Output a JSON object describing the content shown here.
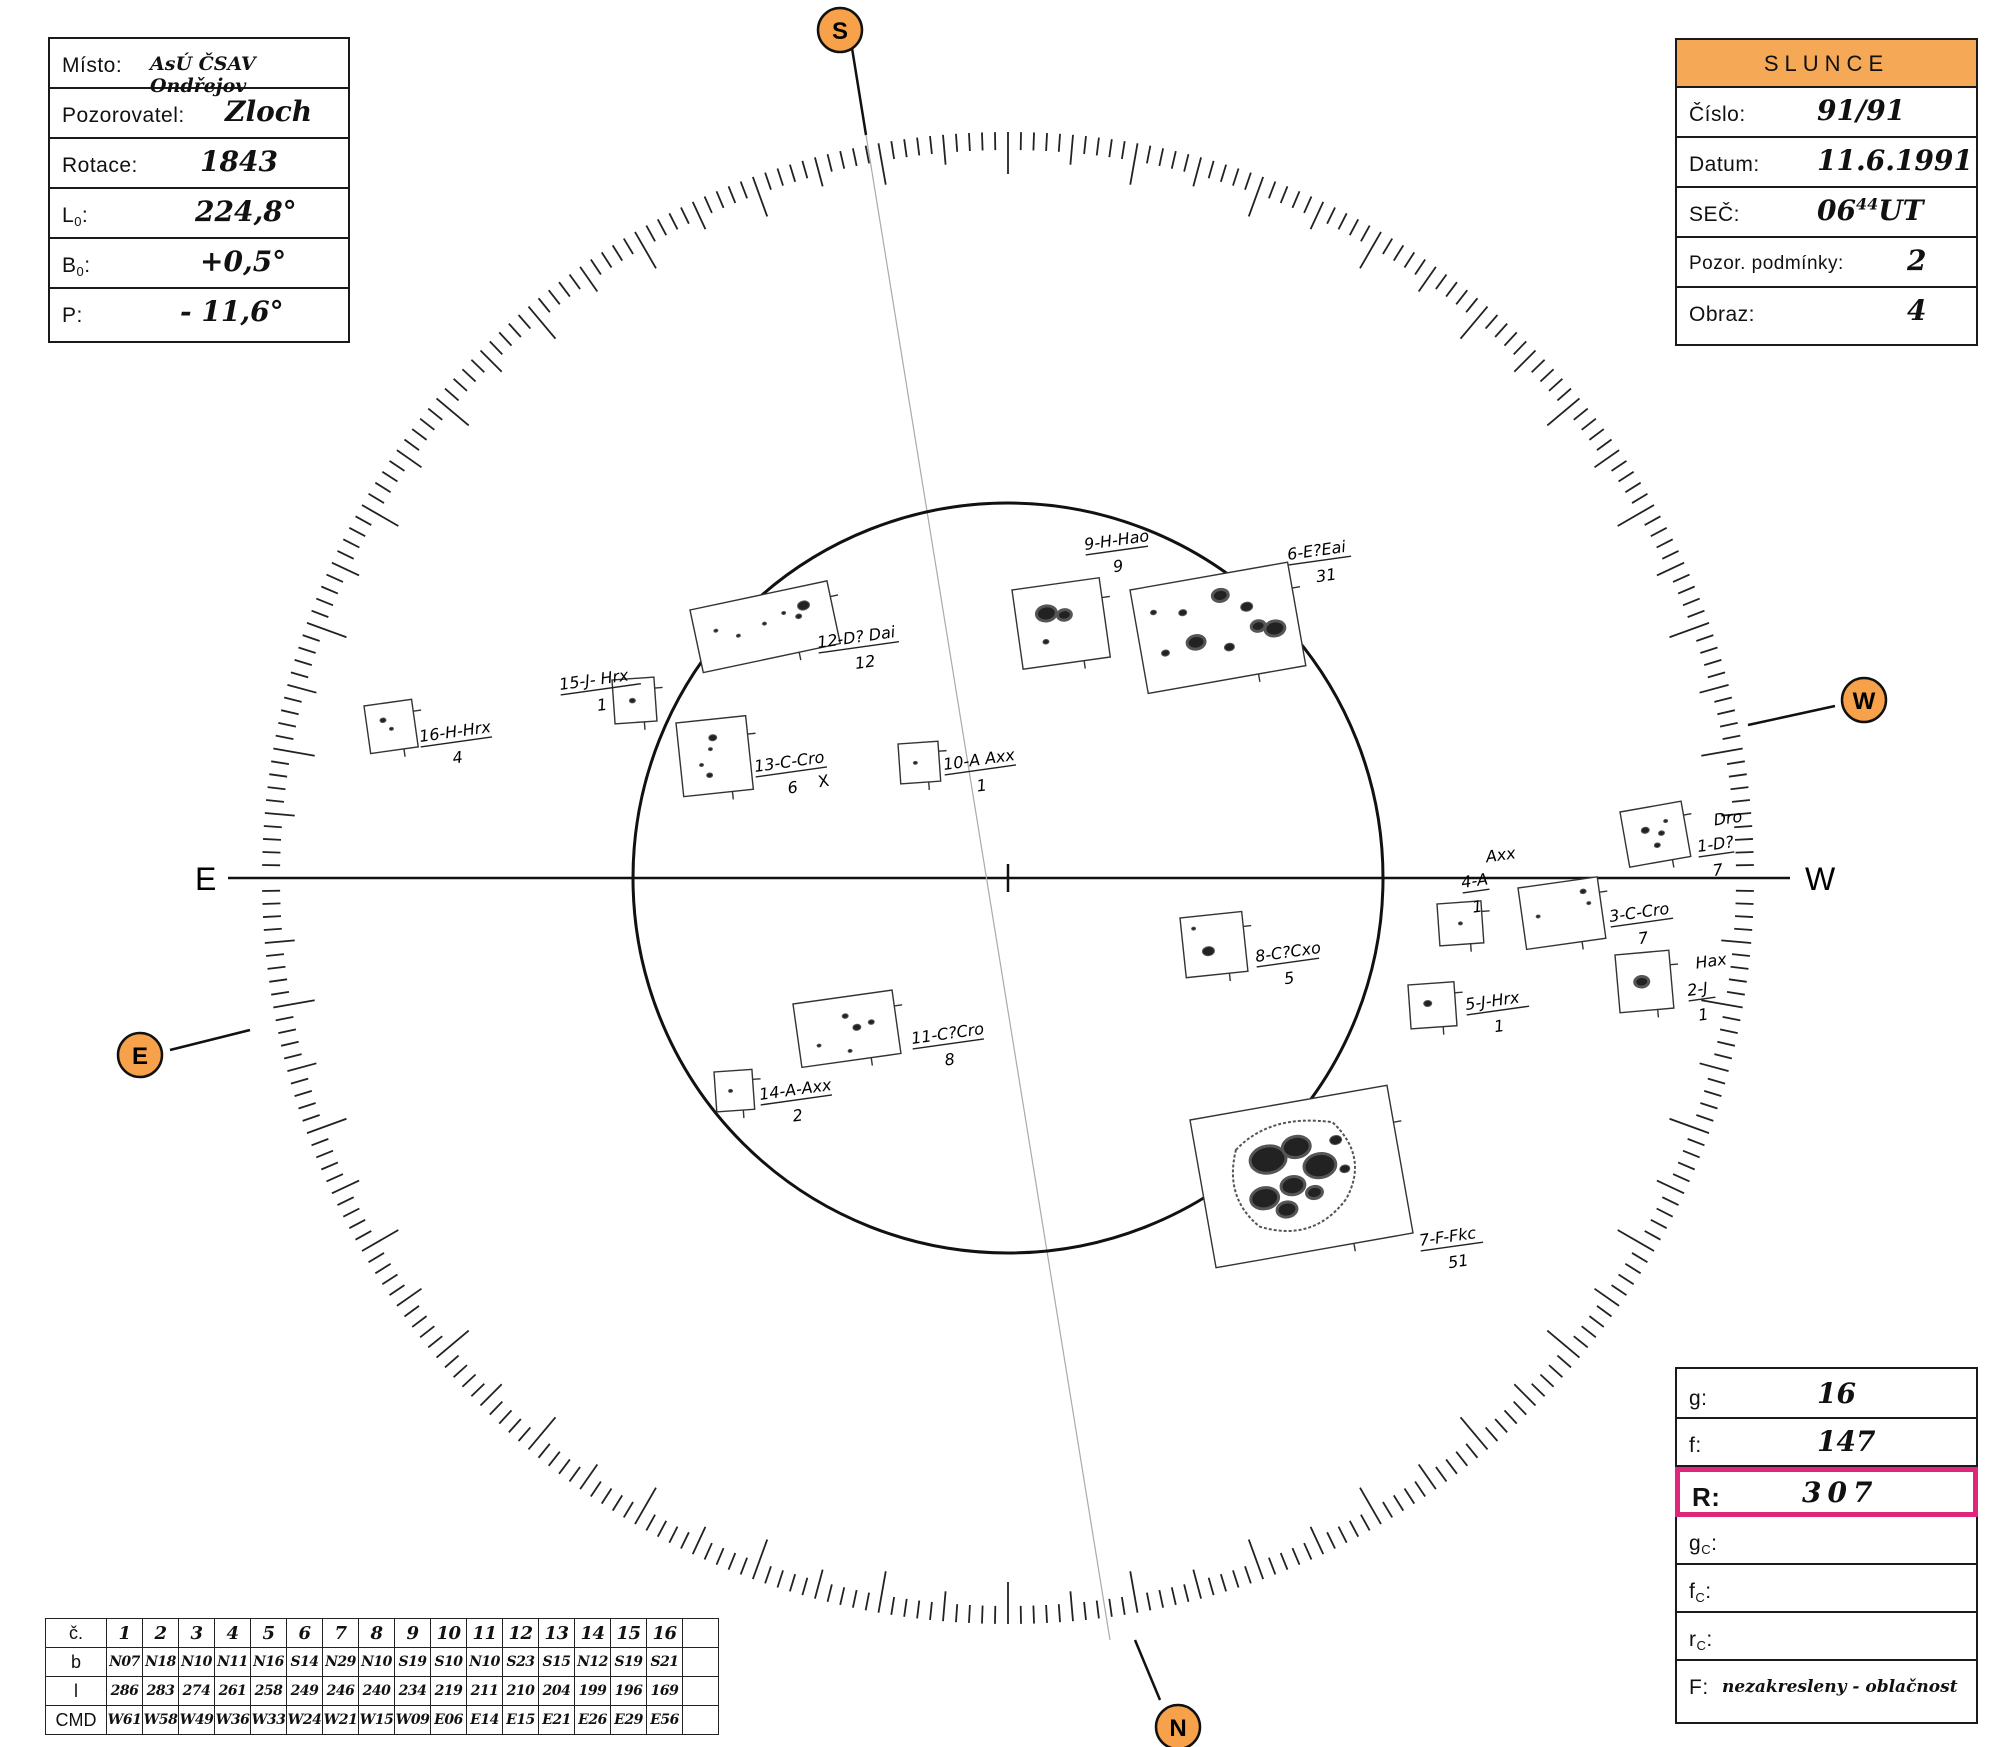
{
  "info_left": {
    "rows": [
      {
        "label": "Místo:",
        "value": "AsÚ ČSAV Ondřejov"
      },
      {
        "label": "Pozorovatel:",
        "value": "Zloch"
      },
      {
        "label": "Rotace:",
        "value": "1843"
      },
      {
        "label": "L",
        "sub": "0",
        "suffix": ":",
        "value": "224,8°"
      },
      {
        "label": "B",
        "sub": "0",
        "suffix": ":",
        "value": "+0,5°"
      },
      {
        "label": "P:",
        "value": "- 11,6°"
      }
    ]
  },
  "info_right": {
    "title": "SLUNCE",
    "header_color": "#f5a855",
    "rows": [
      {
        "label": "Číslo:",
        "value": "91/91"
      },
      {
        "label": "Datum:",
        "value": "11.6.1991"
      },
      {
        "label": "SEČ:",
        "value": "06",
        "sup": "44",
        "value2": "UT"
      },
      {
        "label": "Pozor. podmínky:",
        "value": "2"
      },
      {
        "label": "Obraz:",
        "value": "4"
      }
    ]
  },
  "stats_box": {
    "highlight_color": "#e0267a",
    "rows": [
      {
        "label": "g:",
        "value": "16"
      },
      {
        "label": "f:",
        "value": "147"
      },
      {
        "label": "R:",
        "value": "307"
      },
      {
        "label": "g",
        "sub": "C",
        "suffix": ":",
        "value": ""
      },
      {
        "label": "f",
        "sub": "C",
        "suffix": ":",
        "value": ""
      },
      {
        "label": "r",
        "sub": "C",
        "suffix": ":",
        "value": ""
      },
      {
        "label": "F:",
        "value": "nezakresleny - oblačnost"
      }
    ]
  },
  "compass": {
    "marker_color": "#f7a24b",
    "markers": {
      "S": "S",
      "N": "N",
      "W": "W",
      "E": "E"
    },
    "axis_labels": {
      "E": "E",
      "W": "W"
    }
  },
  "groups": [
    {
      "id": "g1",
      "label": "1-D?",
      "count": "7",
      "class2": "Dro"
    },
    {
      "id": "g2",
      "label": "2-J",
      "count": "1",
      "class2": "Hax"
    },
    {
      "id": "g3",
      "label": "3-C-Cro",
      "count": "7"
    },
    {
      "id": "g4",
      "label": "4-A",
      "count": "1",
      "class2": "Axx"
    },
    {
      "id": "g5",
      "label": "5-J-Hrx",
      "count": "1"
    },
    {
      "id": "g6",
      "label": "6-E?Eai",
      "count": "31"
    },
    {
      "id": "g7",
      "label": "7-F-Fkc",
      "count": "51"
    },
    {
      "id": "g8",
      "label": "8-C?Cxo",
      "count": "5"
    },
    {
      "id": "g9",
      "label": "9-H-Hao",
      "count": "9"
    },
    {
      "id": "g10",
      "label": "10-A Axx",
      "count": "1"
    },
    {
      "id": "g11",
      "label": "11-C?Cro",
      "count": "8"
    },
    {
      "id": "g12",
      "label": "12-D? Dai",
      "count": "12"
    },
    {
      "id": "g13",
      "label": "13-C-Cro",
      "count": "6",
      "mark": "X"
    },
    {
      "id": "g14",
      "label": "14-A-Axx",
      "count": "2"
    },
    {
      "id": "g15",
      "label": "15-J- Hrx",
      "count": "1"
    },
    {
      "id": "g16",
      "label": "16-H-Hrx",
      "count": "4"
    }
  ],
  "summary_table": {
    "headers": [
      "č.",
      "b",
      "l",
      "CMD"
    ],
    "numbers": [
      "1",
      "2",
      "3",
      "4",
      "5",
      "6",
      "7",
      "8",
      "9",
      "10",
      "11",
      "12",
      "13",
      "14",
      "15",
      "16"
    ],
    "b": [
      "N07",
      "N18",
      "N10",
      "N11",
      "N16",
      "S14",
      "N29",
      "N10",
      "S19",
      "S10",
      "N10",
      "S23",
      "S15",
      "N12",
      "S19",
      "S21"
    ],
    "l": [
      "286",
      "283",
      "274",
      "261",
      "258",
      "249",
      "246",
      "240",
      "234",
      "219",
      "211",
      "210",
      "204",
      "199",
      "196",
      "169"
    ],
    "cmd": [
      "W61",
      "W58",
      "W49",
      "W36",
      "W33",
      "W24",
      "W21",
      "W15",
      "W09",
      "E06",
      "E14",
      "E15",
      "E21",
      "E26",
      "E29",
      "E56"
    ]
  }
}
